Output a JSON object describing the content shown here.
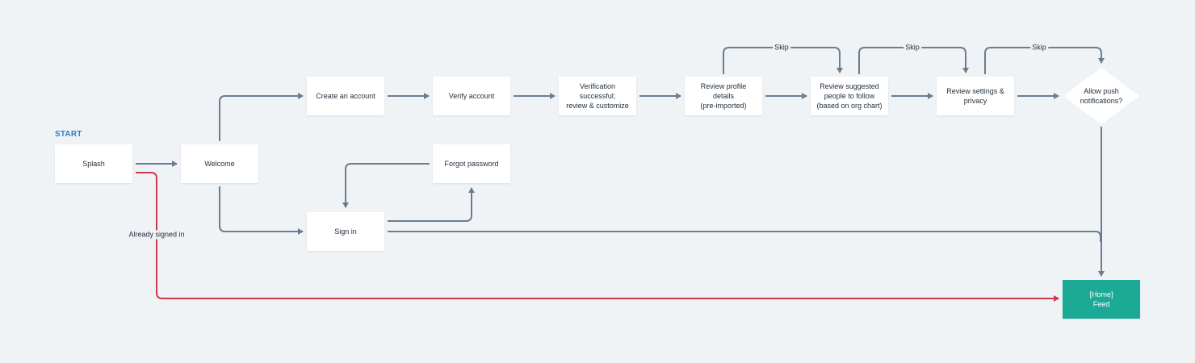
{
  "start_label": "START",
  "colors": {
    "edge": "#6b7d8e",
    "edge_highlight": "#cc3a50",
    "terminal": "#1baa96",
    "background": "#f0f3f6"
  },
  "nodes": {
    "splash": "Splash",
    "welcome": "Welcome",
    "create_account": "Create an account",
    "verify_account": "Verify account",
    "verification_successful": "Verification\nsuccessful;\nreview & customize",
    "review_profile": "Review profile details\n(pre-imported)",
    "review_suggested": "Review suggested\npeople to follow\n(based on org chart)",
    "review_settings": "Review settings &\nprivacy",
    "allow_push": "Allow push\nnotifications?",
    "forgot_password": "Forgot password",
    "sign_in": "Sign in",
    "home_feed": "[Home]\nFeed"
  },
  "edge_labels": {
    "skip_1": "Skip",
    "skip_2": "Skip",
    "skip_3": "Skip",
    "already_signed_in": "Already signed in"
  }
}
